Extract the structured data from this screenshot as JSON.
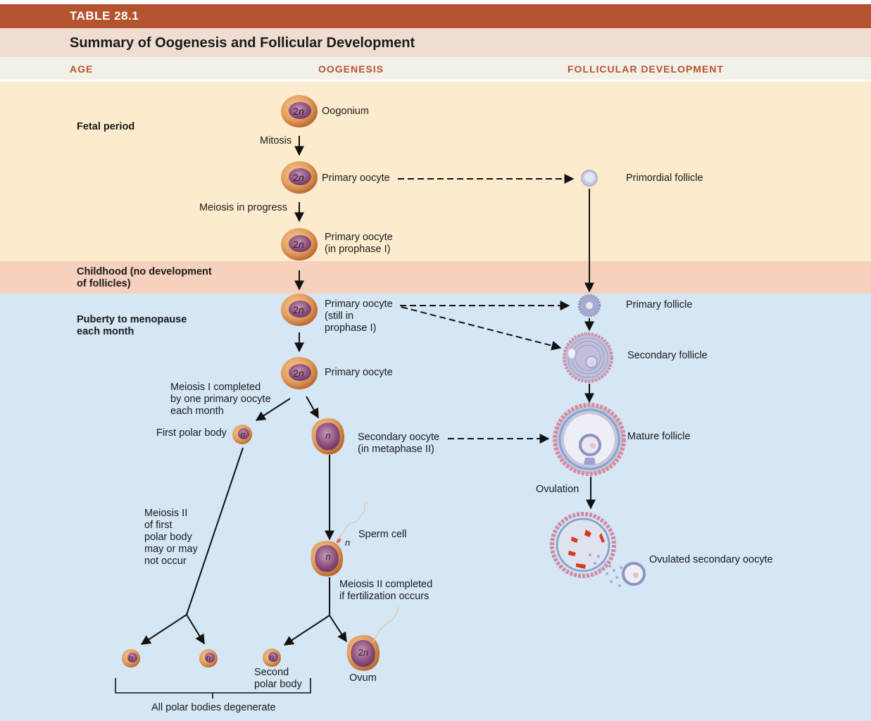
{
  "header": {
    "table_label": "TABLE 28.1",
    "title": "Summary of Oogenesis and Follicular Development",
    "columns": [
      "AGE",
      "OOGENESIS",
      "FOLLICULAR DEVELOPMENT"
    ]
  },
  "colors": {
    "header_bar": "#b5532f",
    "title_bar": "#efddd2",
    "fetal_band": "#fdebcd",
    "childhood_band": "#f6d1be",
    "puberty_band": "#d5e6f5",
    "column_heading_text": "#b5532f"
  },
  "age_periods": [
    {
      "label": "Fetal period"
    },
    {
      "label": "Childhood (no development\nof follicles)"
    },
    {
      "label": "Puberty to menopause\neach month"
    }
  ],
  "oogenesis": {
    "cells": [
      {
        "name": "oogonium",
        "ploidy": "2n",
        "label": "Oogonium"
      },
      {
        "name": "primary-oocyte",
        "ploidy": "2n",
        "label": "Primary oocyte"
      },
      {
        "name": "primary-oocyte-prophase",
        "ploidy": "2n",
        "label": "Primary oocyte\n(in prophase I)"
      },
      {
        "name": "primary-oocyte-still-prophase",
        "ploidy": "2n",
        "label": "Primary oocyte\n(still in\nprophase I)"
      },
      {
        "name": "primary-oocyte-puberty",
        "ploidy": "2n",
        "label": "Primary oocyte"
      },
      {
        "name": "first-polar-body",
        "ploidy": "n",
        "label": "First polar body"
      },
      {
        "name": "secondary-oocyte",
        "ploidy": "n",
        "label": "Secondary oocyte\n(in metaphase II)"
      },
      {
        "name": "fertilized-secondary-oocyte",
        "ploidy": "n",
        "label": ""
      },
      {
        "name": "polar-body-a",
        "ploidy": "n",
        "label": ""
      },
      {
        "name": "polar-body-b",
        "ploidy": "n",
        "label": ""
      },
      {
        "name": "second-polar-body",
        "ploidy": "n",
        "label": "Second\npolar body"
      },
      {
        "name": "ovum",
        "ploidy": "2n",
        "label": "Ovum"
      }
    ],
    "process_labels": {
      "mitosis": "Mitosis",
      "meiosis_in_progress": "Meiosis in progress",
      "meiosis_i_completed": "Meiosis I completed\nby one primary oocyte\neach month",
      "meiosis_ii_first_polar": "Meiosis II\nof first\npolar body\nmay or may\nnot occur",
      "meiosis_ii_completed": "Meiosis II completed\nif fertilization occurs",
      "sperm_cell": "Sperm cell",
      "sperm_ploidy": "n",
      "all_polar_degenerate": "All polar bodies degenerate"
    }
  },
  "follicular": {
    "stages": [
      {
        "name": "primordial-follicle",
        "label": "Primordial follicle"
      },
      {
        "name": "primary-follicle",
        "label": "Primary follicle"
      },
      {
        "name": "secondary-follicle",
        "label": "Secondary follicle"
      },
      {
        "name": "mature-follicle",
        "label": "Mature follicle"
      },
      {
        "name": "ovulated-secondary-oocyte",
        "label": "Ovulated secondary oocyte"
      }
    ],
    "ovulation_label": "Ovulation"
  }
}
